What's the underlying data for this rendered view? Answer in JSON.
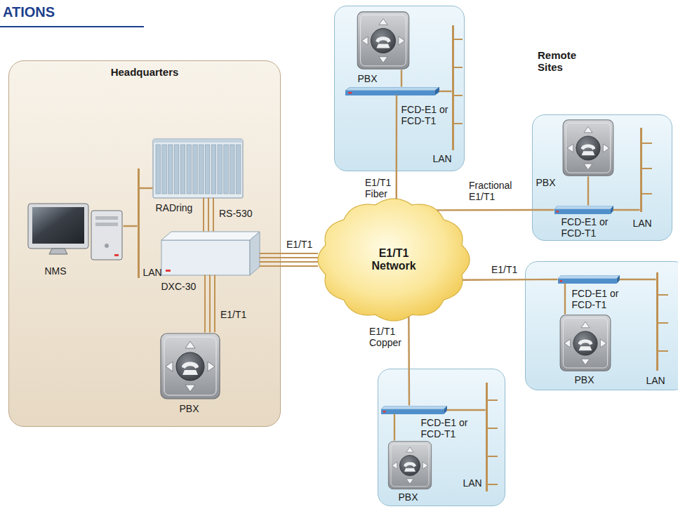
{
  "diagram": {
    "nodes": [
      {
        "text": [
          "Headquarters"
        ]
      },
      {
        "text": [
          "NMS"
        ],
        "in": 0
      },
      {
        "text": [
          "LAN"
        ],
        "in": 0
      },
      {
        "text": [
          "RADring"
        ],
        "in": 0
      },
      {
        "text": [
          "DXC-30"
        ],
        "in": 0
      },
      {
        "text": [
          "PBX"
        ],
        "in": 0
      },
      {
        "text": [
          "E1/T1 Network"
        ]
      },
      {
        "text": []
      },
      {
        "text": [
          "PBX"
        ],
        "in": 7
      },
      {
        "text": [
          "FCD-E1 or FCD-T1"
        ],
        "in": 7
      },
      {
        "text": [
          "LAN"
        ],
        "in": 7
      },
      {
        "text": []
      },
      {
        "text": [
          "PBX"
        ],
        "in": 11
      },
      {
        "text": [
          "FCD-E1 or FCD-T1"
        ],
        "in": 11
      },
      {
        "text": [
          "LAN"
        ],
        "in": 11
      },
      {
        "text": []
      },
      {
        "text": [
          "FCD-E1 or FCD-T1"
        ],
        "in": 15
      },
      {
        "text": [
          "PBX"
        ],
        "in": 15
      },
      {
        "text": [
          "LAN"
        ],
        "in": 15
      },
      {
        "text": []
      },
      {
        "text": [
          "FCD-E1 or FCD-T1"
        ],
        "in": 19
      },
      {
        "text": [
          "PBX"
        ],
        "in": 19
      },
      {
        "text": [
          "LAN"
        ],
        "in": 19
      }
    ],
    "edges": [
      {
        "from": 1,
        "to": 2,
        "arrow": "none"
      },
      {
        "from": 2,
        "to": 3,
        "arrow": "none"
      },
      {
        "from": 3,
        "to": 4,
        "label": "RS-530",
        "arrow": "none"
      },
      {
        "from": 4,
        "to": 6,
        "label": "E1/T1",
        "arrow": "none"
      },
      {
        "from": 4,
        "to": 5,
        "label": "E1/T1",
        "arrow": "none"
      },
      {
        "from": 6,
        "to": 9,
        "label": "E1/T1 Fiber",
        "arrow": "none"
      },
      {
        "from": 6,
        "to": 13,
        "label": "Fractional E1/T1",
        "arrow": "none"
      },
      {
        "from": 6,
        "to": 16,
        "label": "E1/T1",
        "arrow": "none"
      },
      {
        "from": 6,
        "to": 20,
        "label": "E1/T1 Copper",
        "arrow": "none"
      },
      {
        "from": 9,
        "to": 8,
        "arrow": "none"
      },
      {
        "from": 9,
        "to": 10,
        "arrow": "none"
      },
      {
        "from": 13,
        "to": 12,
        "arrow": "none"
      },
      {
        "from": 13,
        "to": 14,
        "arrow": "none"
      },
      {
        "from": 16,
        "to": 17,
        "arrow": "none"
      },
      {
        "from": 16,
        "to": 18,
        "arrow": "none"
      },
      {
        "from": 20,
        "to": 21,
        "arrow": "none"
      },
      {
        "from": 20,
        "to": 22,
        "arrow": "none"
      }
    ],
    "labels": [
      "ATIONS",
      "Remote Sites"
    ]
  }
}
